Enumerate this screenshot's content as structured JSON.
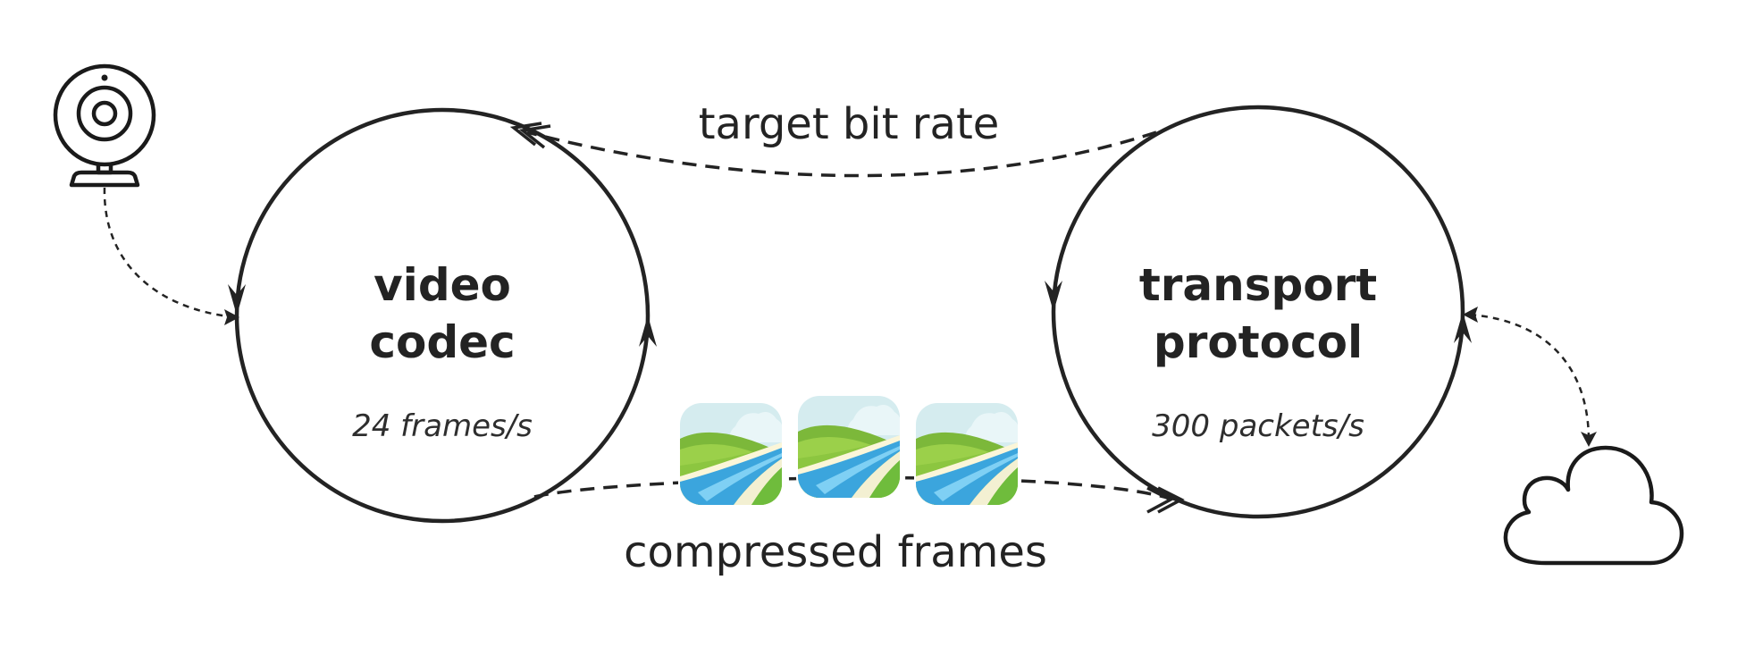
{
  "nodes": {
    "video_codec": {
      "title_line1": "video",
      "title_line2": "codec",
      "rate": "24 frames/s"
    },
    "transport_protocol": {
      "title_line1": "transport",
      "title_line2": "protocol",
      "rate": "300 packets/s"
    }
  },
  "edges": {
    "feedback": {
      "label": "target bit rate"
    },
    "forward": {
      "label": "compressed frames"
    }
  },
  "icons": {
    "source": "webcam-icon",
    "destination": "cloud-icon",
    "frame": "landscape-frame-icon"
  },
  "colors": {
    "stroke": "#232323",
    "frame_sky": "#d5ecef",
    "frame_hill": "#8dc63f",
    "frame_river": "#3ba5dd"
  }
}
